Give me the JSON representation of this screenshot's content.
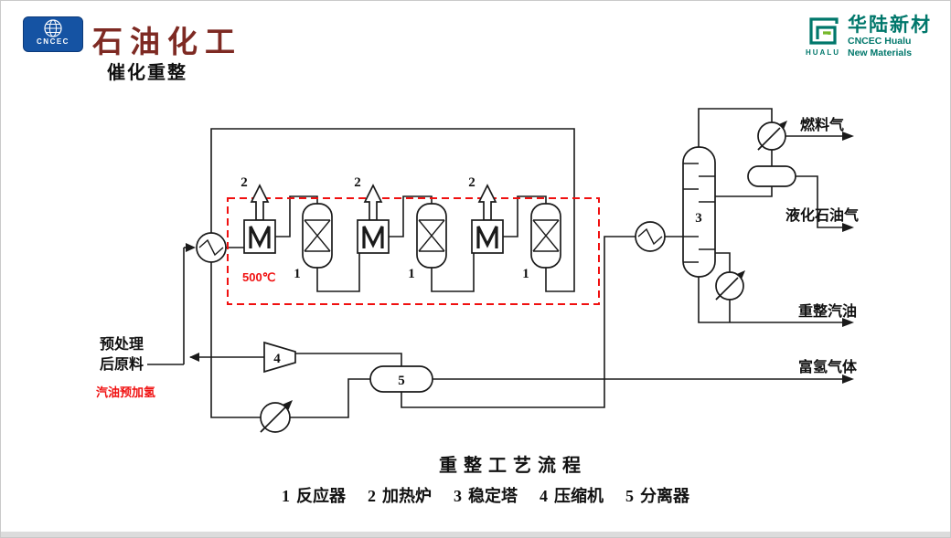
{
  "header": {
    "logo": {
      "cncec": "CNCEC",
      "brand": "石油化工"
    },
    "right_logo": {
      "name": "华陆新材",
      "sub1": "CNCEC Hualu",
      "sub2": "New Materials",
      "hualu": "HUALU"
    },
    "title": "催化重整"
  },
  "diagram": {
    "temperature": "500℃",
    "feed": {
      "line1": "预处理",
      "line2": "后原料",
      "note": "汽油预加氢"
    },
    "outputs": {
      "fuel_gas": "燃料气",
      "lpg": "液化石油气",
      "reformate": "重整汽油",
      "hydrogen": "富氢气体"
    },
    "equipment_numbers": {
      "reactor": "1",
      "furnace": "2",
      "column": "3",
      "compressor": "4",
      "separator": "5"
    },
    "caption": "重整工艺流程",
    "legend": {
      "items": [
        {
          "num": "1",
          "name": "反应器"
        },
        {
          "num": "2",
          "name": "加热炉"
        },
        {
          "num": "3",
          "name": "稳定塔"
        },
        {
          "num": "4",
          "name": "压缩机"
        },
        {
          "num": "5",
          "name": "分离器"
        }
      ]
    },
    "colors": {
      "highlight": "#f01010",
      "line": "#1a1a1a",
      "brand_red": "#7e2a23",
      "brand_teal": "#00776b"
    }
  }
}
